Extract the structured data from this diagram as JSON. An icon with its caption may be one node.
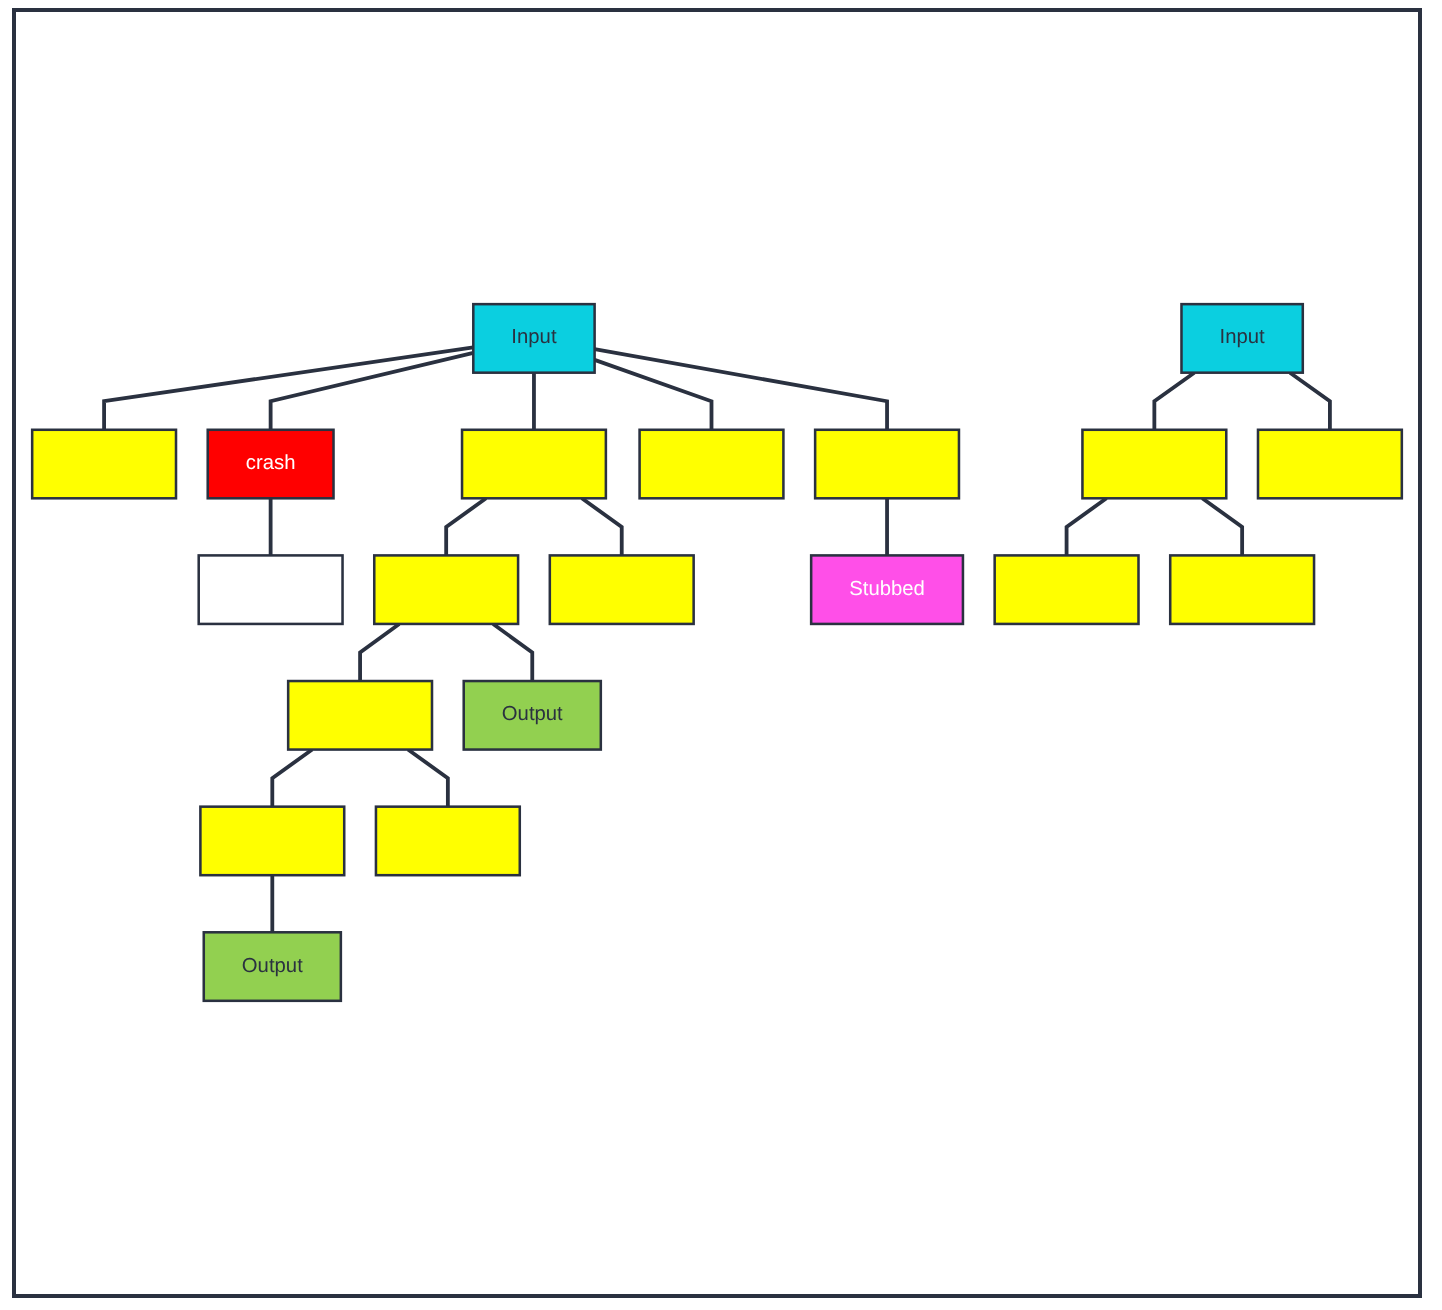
{
  "diagram": {
    "nodes": [
      {
        "text": [
          "Input"
        ]
      },
      {
        "text": [],
        "shape": "box"
      },
      {
        "text": [
          "crash"
        ]
      },
      {
        "text": [],
        "shape": "box"
      },
      {
        "text": [],
        "shape": "box"
      },
      {
        "text": [],
        "shape": "box"
      },
      {
        "text": [],
        "shape": "box"
      },
      {
        "text": [],
        "shape": "box"
      },
      {
        "text": [],
        "shape": "box"
      },
      {
        "text": [
          "Stubbed"
        ]
      },
      {
        "text": [],
        "shape": "box"
      },
      {
        "text": [
          "Output"
        ]
      },
      {
        "text": [
          "Input"
        ]
      },
      {
        "text": [],
        "shape": "box"
      },
      {
        "text": [],
        "shape": "box"
      },
      {
        "text": [],
        "shape": "box"
      },
      {
        "text": [],
        "shape": "box"
      },
      {
        "text": [
          "Output"
        ]
      },
      {
        "text": [],
        "shape": "box"
      },
      {
        "text": [],
        "shape": "box"
      }
    ],
    "edges": [
      {
        "from": 0,
        "to": 1,
        "arrow": "none"
      },
      {
        "from": 0,
        "to": 2,
        "arrow": "none"
      },
      {
        "from": 0,
        "to": 3,
        "arrow": "none"
      },
      {
        "from": 0,
        "to": 4,
        "arrow": "none"
      },
      {
        "from": 0,
        "to": 5,
        "arrow": "none"
      },
      {
        "from": 2,
        "to": 6,
        "arrow": "none"
      },
      {
        "from": 3,
        "to": 7,
        "arrow": "none"
      },
      {
        "from": 3,
        "to": 8,
        "arrow": "none"
      },
      {
        "from": 5,
        "to": 9,
        "arrow": "none"
      },
      {
        "from": 7,
        "to": 10,
        "arrow": "none"
      },
      {
        "from": 7,
        "to": 11,
        "arrow": "none"
      },
      {
        "from": 12,
        "to": 15,
        "arrow": "none"
      },
      {
        "from": 12,
        "to": 16,
        "arrow": "none"
      },
      {
        "from": 10,
        "to": 13,
        "arrow": "none"
      },
      {
        "from": 10,
        "to": 14,
        "arrow": "none"
      },
      {
        "from": 13,
        "to": 17,
        "arrow": "none"
      },
      {
        "from": 15,
        "to": 18,
        "arrow": "none"
      },
      {
        "from": 15,
        "to": 19,
        "arrow": "none"
      }
    ]
  }
}
